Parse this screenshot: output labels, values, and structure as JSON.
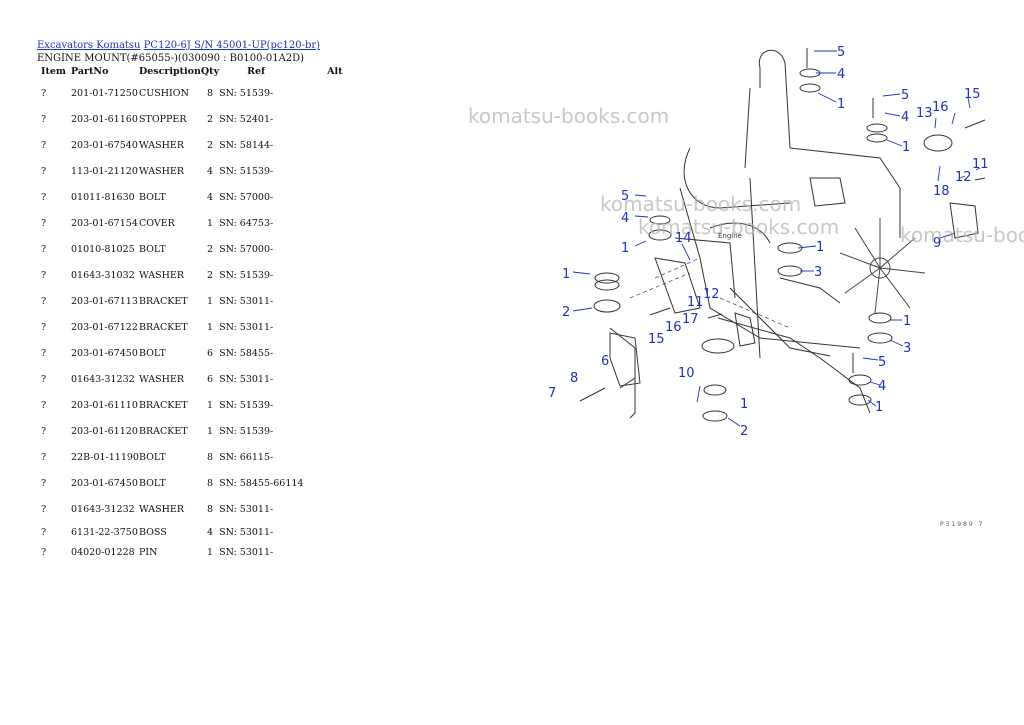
{
  "breadcrumb": {
    "link1": "Excavators Komatsu",
    "link2": "PC120-6J S/N 45001-UP(pc120-br)"
  },
  "subtitle": "ENGINE MOUNT(#65055-)(030090 : B0100-01A2D)",
  "table": {
    "headers": [
      "Item",
      "PartNo",
      "Description",
      "Qty",
      "Ref",
      "Alt"
    ],
    "rows": [
      {
        "item": "?",
        "part": "201-01-71250",
        "desc": "CUSHION",
        "qty": "8",
        "ref": "SN: 51539-"
      },
      {
        "item": "?",
        "part": "203-01-61160",
        "desc": "STOPPER",
        "qty": "2",
        "ref": "SN: 52401-"
      },
      {
        "item": "?",
        "part": "203-01-67540",
        "desc": "WASHER",
        "qty": "2",
        "ref": "SN: 58144-"
      },
      {
        "item": "?",
        "part": "113-01-21120",
        "desc": "WASHER",
        "qty": "4",
        "ref": "SN: 51539-"
      },
      {
        "item": "?",
        "part": "01011-81630",
        "desc": "BOLT",
        "qty": "4",
        "ref": "SN: 57000-"
      },
      {
        "item": "?",
        "part": "203-01-67154",
        "desc": "COVER",
        "qty": "1",
        "ref": "SN: 64753-"
      },
      {
        "item": "?",
        "part": "01010-81025",
        "desc": "BOLT",
        "qty": "2",
        "ref": "SN: 57000-"
      },
      {
        "item": "?",
        "part": "01643-31032",
        "desc": "WASHER",
        "qty": "2",
        "ref": "SN: 51539-"
      },
      {
        "item": "?",
        "part": "203-01-67113",
        "desc": "BRACKET",
        "qty": "1",
        "ref": "SN: 53011-"
      },
      {
        "item": "?",
        "part": "203-01-67122",
        "desc": "BRACKET",
        "qty": "1",
        "ref": "SN: 53011-"
      },
      {
        "item": "?",
        "part": "203-01-67450",
        "desc": "BOLT",
        "qty": "6",
        "ref": "SN: 58455-"
      },
      {
        "item": "?",
        "part": "01643-31232",
        "desc": "WASHER",
        "qty": "6",
        "ref": "SN: 53011-"
      },
      {
        "item": "?",
        "part": "203-01-61110",
        "desc": "BRACKET",
        "qty": "1",
        "ref": "SN: 51539-"
      },
      {
        "item": "?",
        "part": "203-01-61120",
        "desc": "BRACKET",
        "qty": "1",
        "ref": "SN: 51539-"
      },
      {
        "item": "?",
        "part": "22B-01-11190",
        "desc": "BOLT",
        "qty": "8",
        "ref": "SN: 66115-"
      },
      {
        "item": "?",
        "part": "203-01-67450",
        "desc": "BOLT",
        "qty": "8",
        "ref": "SN: 58455-66114"
      },
      {
        "item": "?",
        "part": "01643-31232",
        "desc": "WASHER",
        "qty": "8",
        "ref": "SN: 53011-"
      },
      {
        "item": "?",
        "part": "6131-22-3750",
        "desc": "BOSS",
        "qty": "4",
        "ref": "SN: 53011-"
      },
      {
        "item": "?",
        "part": "04020-01228",
        "desc": "PIN",
        "qty": "1",
        "ref": "SN: 53011-"
      }
    ]
  },
  "diagram": {
    "watermark": "komatsu-books.com",
    "engine_label": "Engine",
    "callouts": [
      "1",
      "2",
      "3",
      "4",
      "5",
      "6",
      "7",
      "8",
      "9",
      "10",
      "11",
      "12",
      "13",
      "14",
      "15",
      "16",
      "17",
      "18"
    ],
    "code": "P31989 7",
    "accent_color": "#1f33b8"
  }
}
